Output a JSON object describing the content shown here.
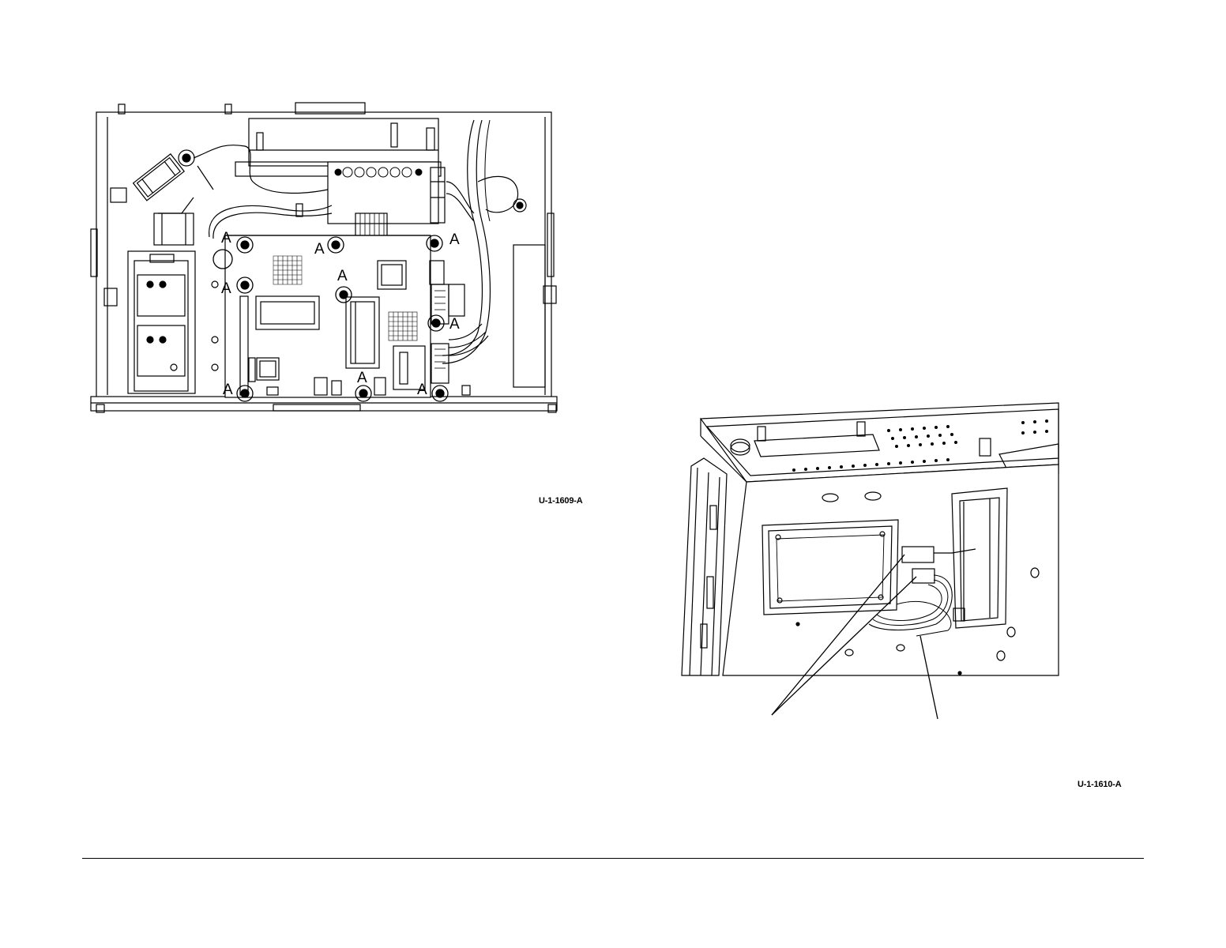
{
  "figure_1": {
    "caption": "U-1-1609-A",
    "callout_labels": [
      "A",
      "A",
      "A",
      "A",
      "A",
      "A",
      "A",
      "A",
      "A"
    ]
  },
  "figure_2": {
    "caption": "U-1-1610-A"
  }
}
